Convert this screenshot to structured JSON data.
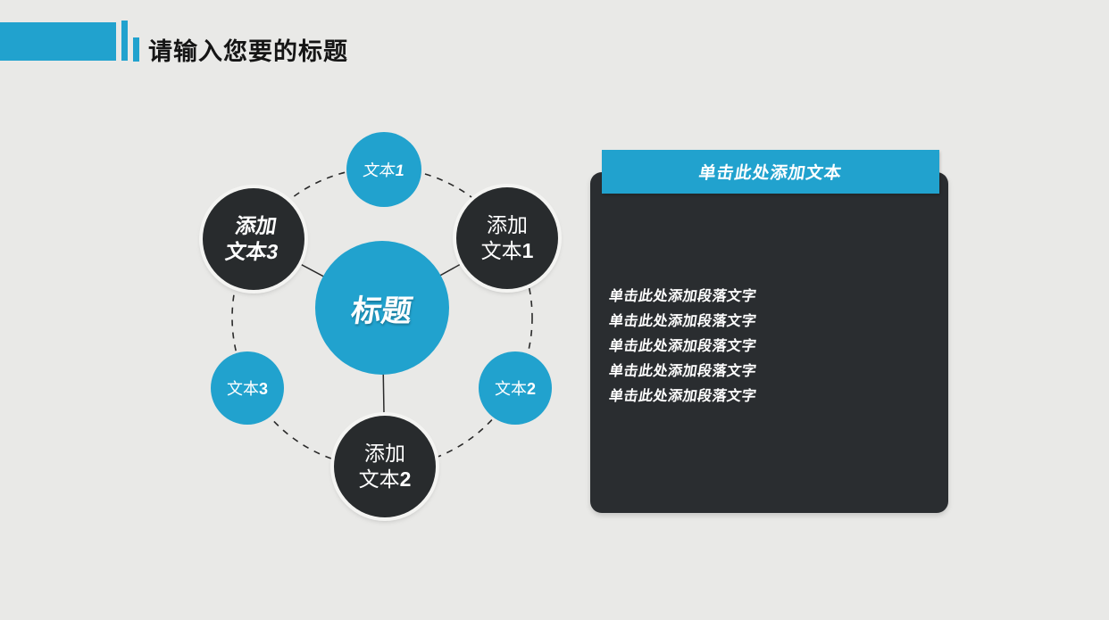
{
  "colors": {
    "background": "#e9e9e7",
    "accent_blue": "#21a2ce",
    "dark_shape": "#282b2d",
    "panel_dark": "#2a2d30",
    "title_text": "#151515",
    "node_text": "#ffffff",
    "connector": "#2a2a2a"
  },
  "header": {
    "title": "请输入您要的标题"
  },
  "diagram": {
    "center_label": "标题",
    "nodes": {
      "top": {
        "text": "文本",
        "num": "1"
      },
      "upper_left": {
        "line1": "添加",
        "text": "文本",
        "num": "3"
      },
      "upper_right": {
        "line1": "添加",
        "text": "文本",
        "num": "1"
      },
      "lower_left": {
        "text": "文本",
        "num": "3"
      },
      "lower_right": {
        "text": "文本",
        "num": "2"
      },
      "bottom": {
        "line1": "添加",
        "text": "文本",
        "num": "2"
      }
    }
  },
  "panel": {
    "header": "单击此处添加文本",
    "paragraphs": [
      "单击此处添加段落文字",
      "单击此处添加段落文字",
      "单击此处添加段落文字",
      "单击此处添加段落文字",
      "单击此处添加段落文字"
    ]
  }
}
